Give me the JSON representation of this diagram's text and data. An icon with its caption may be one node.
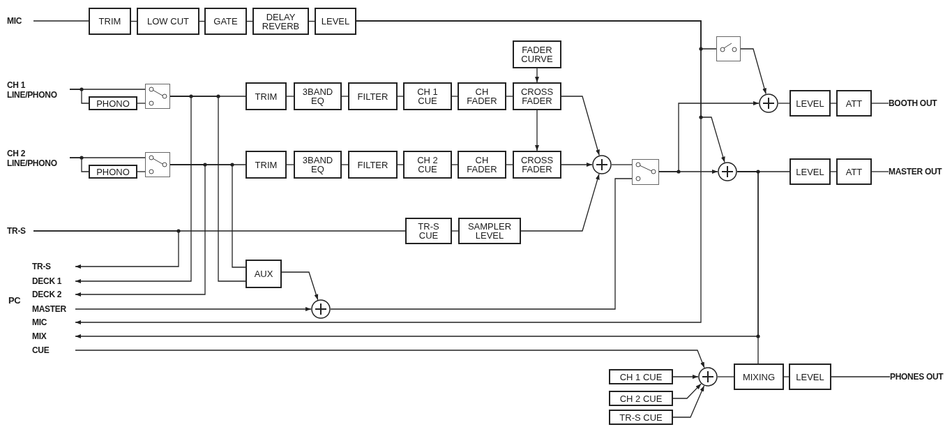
{
  "diagram": {
    "nodes": [
      {
        "text": [
          "MIC"
        ]
      },
      {
        "text": [
          "TRIM"
        ]
      },
      {
        "text": [
          "LOW CUT"
        ]
      },
      {
        "text": [
          "GATE"
        ]
      },
      {
        "text": [
          "DELAY REVERB"
        ]
      },
      {
        "text": [
          "LEVEL"
        ]
      },
      {
        "text": [
          "CH 1 LINE/PHONO"
        ]
      },
      {
        "text": [
          "PHONO"
        ]
      },
      {
        "text": [],
        "shape": "switch"
      },
      {
        "text": [
          "TRIM"
        ]
      },
      {
        "text": [
          "3BAND EQ"
        ]
      },
      {
        "text": [
          "FILTER"
        ]
      },
      {
        "text": [
          "CH 1 CUE"
        ]
      },
      {
        "text": [
          "CH FADER"
        ]
      },
      {
        "text": [
          "CROSS FADER"
        ]
      },
      {
        "text": [
          "FADER CURVE"
        ]
      },
      {
        "text": [
          "CH 2 LINE/PHONO"
        ]
      },
      {
        "text": [
          "PHONO"
        ]
      },
      {
        "text": [],
        "shape": "switch"
      },
      {
        "text": [
          "TRIM"
        ]
      },
      {
        "text": [
          "3BAND EQ"
        ]
      },
      {
        "text": [
          "FILTER"
        ]
      },
      {
        "text": [
          "CH 2 CUE"
        ]
      },
      {
        "text": [
          "CH FADER"
        ]
      },
      {
        "text": [
          "CROSS FADER"
        ]
      },
      {
        "text": [],
        "shape": "circle"
      },
      {
        "text": [
          "TR-S"
        ]
      },
      {
        "text": [
          "TR-S CUE"
        ]
      },
      {
        "text": [
          "SAMPLER LEVEL"
        ]
      },
      {
        "text": [],
        "shape": "switch"
      },
      {
        "text": [
          "TR-S"
        ]
      },
      {
        "text": [
          "DECK 1"
        ]
      },
      {
        "text": [
          "DECK 2"
        ]
      },
      {
        "text": [
          "MASTER"
        ]
      },
      {
        "text": [
          "MIC"
        ]
      },
      {
        "text": [
          "MIX"
        ]
      },
      {
        "text": [
          "CUE"
        ]
      },
      {
        "text": [
          "AUX"
        ]
      },
      {
        "text": [],
        "shape": "circle"
      },
      {
        "text": [],
        "shape": "switch"
      },
      {
        "text": [],
        "shape": "circle"
      },
      {
        "text": [
          "LEVEL"
        ]
      },
      {
        "text": [
          "ATT"
        ]
      },
      {
        "text": [
          "BOOTH OUT"
        ]
      },
      {
        "text": [],
        "shape": "circle"
      },
      {
        "text": [
          "LEVEL"
        ]
      },
      {
        "text": [
          "ATT"
        ]
      },
      {
        "text": [
          "MASTER OUT"
        ]
      },
      {
        "text": [],
        "shape": "circle"
      },
      {
        "text": [
          "CH 1 CUE"
        ]
      },
      {
        "text": [
          "CH 2 CUE"
        ]
      },
      {
        "text": [
          "TR-S CUE"
        ]
      },
      {
        "text": [
          "MIXING"
        ]
      },
      {
        "text": [
          "LEVEL"
        ]
      },
      {
        "text": [
          "PHONES OUT"
        ]
      }
    ],
    "edges": [
      {
        "from": 0,
        "to": 1,
        "arrow": "none"
      },
      {
        "from": 1,
        "to": 2,
        "arrow": "none"
      },
      {
        "from": 2,
        "to": 3,
        "arrow": "none"
      },
      {
        "from": 3,
        "to": 4,
        "arrow": "none"
      },
      {
        "from": 4,
        "to": 5,
        "arrow": "none"
      },
      {
        "from": 5,
        "to": 39,
        "arrow": "none"
      },
      {
        "from": 5,
        "to": 44,
        "arrow": "to"
      },
      {
        "from": 5,
        "to": 34,
        "arrow": "to"
      },
      {
        "from": 6,
        "to": 7,
        "arrow": "none"
      },
      {
        "from": 6,
        "to": 8,
        "arrow": "none"
      },
      {
        "from": 7,
        "to": 8,
        "arrow": "none"
      },
      {
        "from": 8,
        "to": 9,
        "arrow": "none"
      },
      {
        "from": 9,
        "to": 10,
        "arrow": "none"
      },
      {
        "from": 10,
        "to": 11,
        "arrow": "none"
      },
      {
        "from": 11,
        "to": 12,
        "arrow": "none"
      },
      {
        "from": 12,
        "to": 13,
        "arrow": "none"
      },
      {
        "from": 13,
        "to": 14,
        "arrow": "none"
      },
      {
        "from": 8,
        "to": 31,
        "arrow": "to"
      },
      {
        "from": 8,
        "to": 37,
        "arrow": "none"
      },
      {
        "from": 16,
        "to": 17,
        "arrow": "none"
      },
      {
        "from": 16,
        "to": 18,
        "arrow": "none"
      },
      {
        "from": 17,
        "to": 18,
        "arrow": "none"
      },
      {
        "from": 18,
        "to": 19,
        "arrow": "none"
      },
      {
        "from": 19,
        "to": 20,
        "arrow": "none"
      },
      {
        "from": 20,
        "to": 21,
        "arrow": "none"
      },
      {
        "from": 21,
        "to": 22,
        "arrow": "none"
      },
      {
        "from": 22,
        "to": 23,
        "arrow": "none"
      },
      {
        "from": 23,
        "to": 24,
        "arrow": "none"
      },
      {
        "from": 18,
        "to": 32,
        "arrow": "to"
      },
      {
        "from": 18,
        "to": 37,
        "arrow": "none"
      },
      {
        "from": 15,
        "to": 14,
        "arrow": "to"
      },
      {
        "from": 14,
        "to": 24,
        "arrow": "to"
      },
      {
        "from": 14,
        "to": 25,
        "arrow": "to"
      },
      {
        "from": 24,
        "to": 25,
        "arrow": "to"
      },
      {
        "from": 26,
        "to": 27,
        "arrow": "none"
      },
      {
        "from": 27,
        "to": 28,
        "arrow": "none"
      },
      {
        "from": 28,
        "to": 25,
        "arrow": "to"
      },
      {
        "from": 26,
        "to": 30,
        "arrow": "to"
      },
      {
        "from": 25,
        "to": 29,
        "arrow": "none"
      },
      {
        "from": 37,
        "to": 38,
        "arrow": "to"
      },
      {
        "from": 33,
        "to": 38,
        "arrow": "to"
      },
      {
        "from": 38,
        "to": 29,
        "arrow": "none"
      },
      {
        "from": 29,
        "to": 40,
        "arrow": "to"
      },
      {
        "from": 29,
        "to": 44,
        "arrow": "to"
      },
      {
        "from": 39,
        "to": 40,
        "arrow": "to"
      },
      {
        "from": 40,
        "to": 41,
        "arrow": "none"
      },
      {
        "from": 41,
        "to": 42,
        "arrow": "none"
      },
      {
        "from": 42,
        "to": 43,
        "arrow": "none"
      },
      {
        "from": 44,
        "to": 45,
        "arrow": "none"
      },
      {
        "from": 45,
        "to": 46,
        "arrow": "none"
      },
      {
        "from": 46,
        "to": 47,
        "arrow": "none"
      },
      {
        "from": 44,
        "to": 35,
        "arrow": "to"
      },
      {
        "from": 44,
        "to": 52,
        "arrow": "none"
      },
      {
        "from": 36,
        "to": 48,
        "arrow": "to"
      },
      {
        "from": 49,
        "to": 48,
        "arrow": "to"
      },
      {
        "from": 50,
        "to": 48,
        "arrow": "to"
      },
      {
        "from": 51,
        "to": 48,
        "arrow": "to"
      },
      {
        "from": 48,
        "to": 52,
        "arrow": "none"
      },
      {
        "from": 52,
        "to": 53,
        "arrow": "none"
      },
      {
        "from": 53,
        "to": 54,
        "arrow": "none"
      }
    ],
    "labels": [
      "PC"
    ]
  }
}
